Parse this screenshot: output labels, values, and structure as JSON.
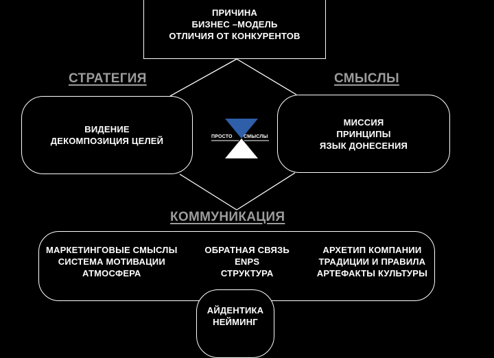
{
  "colors": {
    "background": "#000000",
    "line": "#ffffff",
    "heading": "#9c9c9c",
    "logo_top": "#2f5fa8",
    "logo_bottom": "#ffffff"
  },
  "top_node": {
    "lines": [
      "ПРИЧИНА",
      "БИЗНЕС –МОДЕЛЬ",
      "ОТЛИЧИЯ ОТ КОНКУРЕНТОВ"
    ]
  },
  "headings": {
    "strategy": "СТРАТЕГИЯ",
    "meanings": "СМЫСЛЫ",
    "communication": "КОММУНИКАЦИЯ"
  },
  "left_node": {
    "lines": [
      "ВИДЕНИЕ",
      "ДЕКОМПОЗИЦИЯ ЦЕЛЕЙ"
    ]
  },
  "right_node": {
    "lines": [
      "МИССИЯ",
      "ПРИНЦИПЫ",
      "ЯЗЫК ДОНЕСЕНИЯ"
    ]
  },
  "logo": {
    "left_text": "ПРОСТО",
    "right_text": "СМЫСЛЫ",
    "icon": "hourglass-icon"
  },
  "bottom_node": {
    "columns": [
      [
        "МАРКЕТИНГОВЫЕ СМЫСЛЫ",
        "СИСТЕМА МОТИВАЦИИ",
        "АТМОСФЕРА"
      ],
      [
        "ОБРАТНАЯ СВЯЗЬ",
        "ENPS",
        "СТРУКТУРА"
      ],
      [
        "АРХЕТИП КОМПАНИИ",
        "ТРАДИЦИИ И ПРАВИЛА",
        "АРТЕФАКТЫ КУЛЬТУРЫ"
      ]
    ]
  },
  "badge_node": {
    "lines": [
      "АЙДЕНТИКА",
      "НЕЙМИНГ"
    ]
  }
}
